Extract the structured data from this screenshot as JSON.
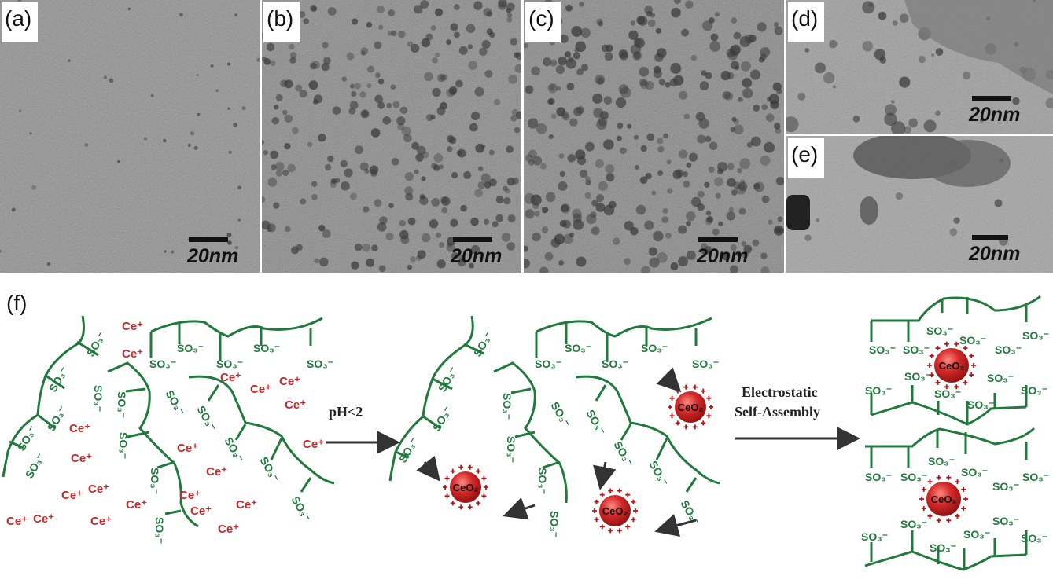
{
  "panels": [
    {
      "label": "(a)",
      "scale": "20nm"
    },
    {
      "label": "(b)",
      "scale": "20nm"
    },
    {
      "label": "(c)",
      "scale": "20nm"
    },
    {
      "label": "(d)",
      "scale": "20nm"
    },
    {
      "label": "(e)",
      "scale": "20nm"
    }
  ],
  "schematic": {
    "label": "(f)",
    "step1": "pH<2",
    "step2_line1": "Electrostatic",
    "step2_line2": "Self-Assembly",
    "sulfonate": "SO₃⁻",
    "cerium_ion": "Ce⁺",
    "particle": "CeO₂",
    "colors": {
      "polymer": "#1f7a3c",
      "ion": "#c8282a",
      "particle": "#d42a2a"
    }
  }
}
